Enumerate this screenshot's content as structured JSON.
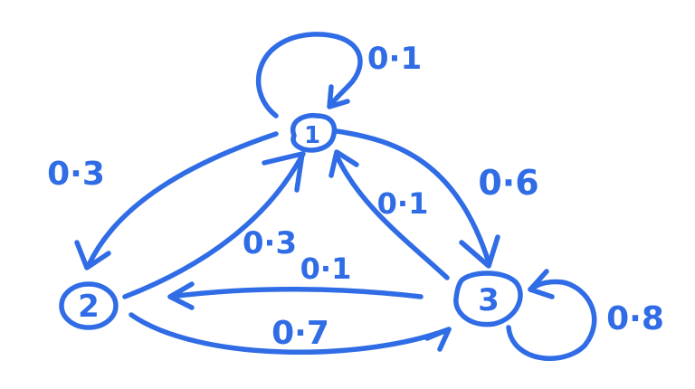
{
  "diagram": {
    "ink_color": "#2f6ce5",
    "nodes": [
      {
        "id": "node-1",
        "label": "1"
      },
      {
        "id": "node-2",
        "label": "2"
      },
      {
        "id": "node-3",
        "label": "3"
      }
    ],
    "edges": [
      {
        "id": "edge-1-1",
        "from": "1",
        "to": "1",
        "label": "0·1"
      },
      {
        "id": "edge-1-2",
        "from": "1",
        "to": "2",
        "label": "0·3"
      },
      {
        "id": "edge-2-1",
        "from": "2",
        "to": "1",
        "label": "0·3"
      },
      {
        "id": "edge-1-3",
        "from": "1",
        "to": "3",
        "label": "0·6"
      },
      {
        "id": "edge-3-1",
        "from": "3",
        "to": "1",
        "label": "0·1"
      },
      {
        "id": "edge-3-2",
        "from": "3",
        "to": "2",
        "label": "0·1"
      },
      {
        "id": "edge-2-3",
        "from": "2",
        "to": "3",
        "label": "0·7"
      },
      {
        "id": "edge-3-3",
        "from": "3",
        "to": "3",
        "label": "0·8"
      }
    ]
  }
}
